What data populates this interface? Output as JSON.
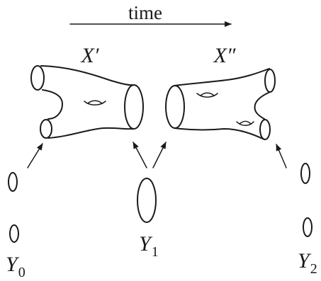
{
  "diagram": {
    "time_label": "time",
    "labels": {
      "x_prime": "X′",
      "x_double_prime": "X″",
      "y0_base": "Y",
      "y0_sub": "0",
      "y1_base": "Y",
      "y1_sub": "1",
      "y2_base": "Y",
      "y2_sub": "2"
    },
    "colors": {
      "ink": "#1a1a1a",
      "background": "#ffffff"
    }
  }
}
